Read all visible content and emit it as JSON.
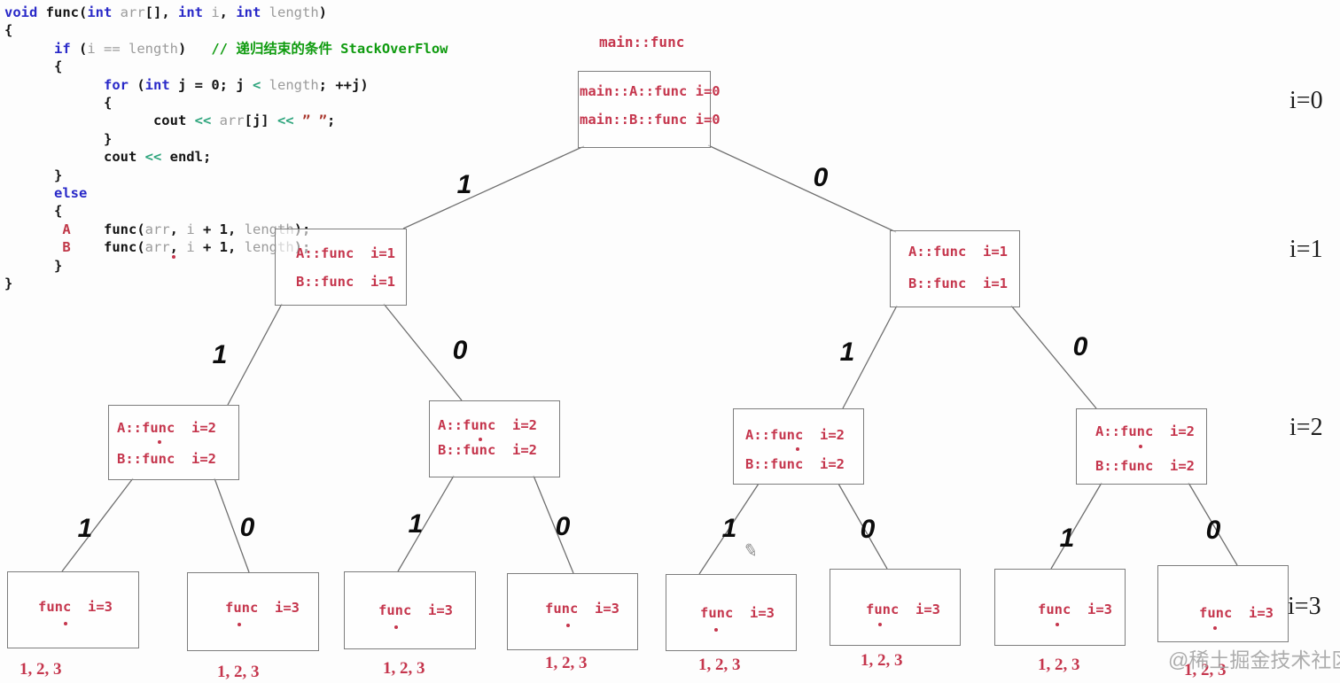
{
  "code": {
    "lines": [
      [
        [
          "kw",
          "void"
        ],
        [
          "pl",
          " func("
        ],
        [
          "kw",
          "int"
        ],
        [
          "id",
          " arr"
        ],
        [
          "pl",
          "[], "
        ],
        [
          "kw",
          "int"
        ],
        [
          "id",
          " i"
        ],
        [
          "pl",
          ", "
        ],
        [
          "kw",
          "int"
        ],
        [
          "id",
          " length"
        ],
        [
          "pl",
          ")"
        ]
      ],
      [
        [
          "pl",
          "{"
        ]
      ],
      [
        [
          "pl",
          "      "
        ],
        [
          "kw",
          "if"
        ],
        [
          "pl",
          " ("
        ],
        [
          "id",
          "i == length"
        ],
        [
          "pl",
          ")"
        ],
        [
          "pl",
          "   "
        ],
        [
          "cm",
          "// 递归结束的条件 StackOverFlow"
        ]
      ],
      [
        [
          "pl",
          "      {"
        ]
      ],
      [
        [
          "pl",
          "            "
        ],
        [
          "kw",
          "for"
        ],
        [
          "pl",
          " ("
        ],
        [
          "kw",
          "int"
        ],
        [
          "pl",
          " j = 0; j "
        ],
        [
          "op",
          "<"
        ],
        [
          "id",
          " length"
        ],
        [
          "pl",
          "; ++j)"
        ]
      ],
      [
        [
          "pl",
          "            {"
        ]
      ],
      [
        [
          "pl",
          "                  cout "
        ],
        [
          "op",
          "<<"
        ],
        [
          "id",
          " arr"
        ],
        [
          "pl",
          "[j] "
        ],
        [
          "op",
          "<<"
        ],
        [
          "st",
          " ” ”"
        ],
        [
          "pl",
          ";"
        ]
      ],
      [
        [
          "pl",
          "            }"
        ]
      ],
      [
        [
          "pl",
          "            cout "
        ],
        [
          "op",
          "<<"
        ],
        [
          "pl",
          " endl;"
        ]
      ],
      [
        [
          "pl",
          "      }"
        ]
      ],
      [
        [
          "pl",
          "      "
        ],
        [
          "kw",
          "else"
        ]
      ],
      [
        [
          "pl",
          "      {"
        ]
      ],
      [
        [
          "pl",
          "       "
        ],
        [
          "mk",
          "A"
        ],
        [
          "pl",
          "    func("
        ],
        [
          "id",
          "arr"
        ],
        [
          "pl",
          ", "
        ],
        [
          "id",
          "i"
        ],
        [
          "pl",
          " + 1, "
        ],
        [
          "id",
          "length"
        ],
        [
          "pl",
          ");"
        ]
      ],
      [
        [
          "pl",
          "       "
        ],
        [
          "mk",
          "B"
        ],
        [
          "pl",
          "    func("
        ],
        [
          "id",
          "arr"
        ],
        [
          "pl",
          ", "
        ],
        [
          "id",
          "i"
        ],
        [
          "pl",
          " + 1, "
        ],
        [
          "id",
          "length"
        ],
        [
          "pl",
          ");"
        ]
      ],
      [
        [
          "pl",
          "      }"
        ]
      ],
      [
        [
          "pl",
          "}"
        ]
      ]
    ]
  },
  "tree": {
    "caption": "main::func",
    "root": {
      "line_a": "main::A::func i=0",
      "line_b": "main::B::func i=0"
    },
    "l1": {
      "line_a": "A::func  i=1",
      "line_b": "B::func  i=1"
    },
    "l2": {
      "line_a": "A::func  i=2",
      "line_b": "B::func  i=2"
    },
    "leaf": {
      "line": "func  i=3"
    },
    "edge_label_one": "1",
    "edge_label_zero": "0",
    "level_labels": [
      "i=0",
      "i=1",
      "i=2",
      "i=3"
    ],
    "leaf_output": "1, 2, 3"
  },
  "icons": {
    "pencil_cursor": "✎"
  },
  "watermark": "@稀土掘金技术社区",
  "colors": {
    "node_text_red": "#c5364d",
    "keyword_blue": "#2929c8",
    "comment_green": "#0f9b0f",
    "identifier_gray": "#9b9b9b",
    "operator_teal": "#2fa57d",
    "string_darkred": "#a8342a",
    "edge_gray": "#6f6f6f",
    "watermark_gray": "#9f9f9f"
  }
}
